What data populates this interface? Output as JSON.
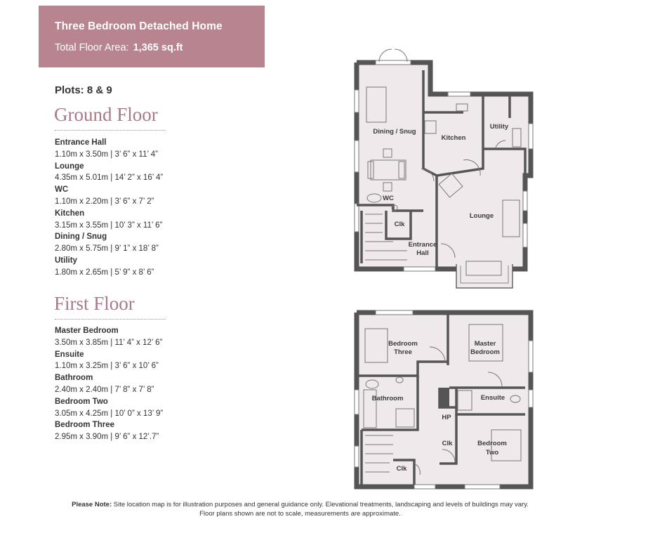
{
  "banner": {
    "title": "Three Bedroom Detached Home",
    "area_label": "Total Floor Area:",
    "area_value": "1,365 sq.ft"
  },
  "plots": "Plots: 8 & 9",
  "ground_floor": {
    "heading": "Ground Floor",
    "rooms": [
      {
        "name": "Entrance Hall",
        "dims": "1.10m x 3.50m | 3’ 6” x 11’ 4”"
      },
      {
        "name": "Lounge",
        "dims": "4.35m x 5.01m | 14’ 2” x 16’ 4”"
      },
      {
        "name": "WC",
        "dims": "1.10m x 2.20m | 3’ 6” x 7’ 2”"
      },
      {
        "name": "Kitchen",
        "dims": "3.15m x 3.55m | 10’ 3” x 11’ 6”"
      },
      {
        "name": "Dining / Snug",
        "dims": "2.80m x 5.75m | 9’ 1” x 18’ 8”"
      },
      {
        "name": "Utility",
        "dims": "1.80m x 2.65m | 5’ 9” x 8’ 6”"
      }
    ]
  },
  "first_floor": {
    "heading": "First Floor",
    "rooms": [
      {
        "name": "Master Bedroom",
        "dims": "3.50m x 3.85m | 11’ 4” x 12’ 6”"
      },
      {
        "name": "Ensuite",
        "dims": "1.10m x 3.25m | 3’ 6” x 10’ 6”"
      },
      {
        "name": "Bathroom",
        "dims": "2.40m x 2.40m | 7’ 8” x 7’ 8”"
      },
      {
        "name": "Bedroom Two",
        "dims": "3.05m x 4.25m | 10’ 0” x 13’ 9”"
      },
      {
        "name": "Bedroom Three",
        "dims": "2.95m x 3.90m | 9’ 6” x 12’.7”"
      }
    ]
  },
  "plan_labels": {
    "ground": {
      "dining": "Dining / Snug",
      "kitchen": "Kitchen",
      "utility": "Utility",
      "wc": "WC",
      "lounge": "Lounge",
      "clk": "Clk",
      "entrance_1": "Entrance",
      "entrance_2": "Hall"
    },
    "first": {
      "bed3_1": "Bedroom",
      "bed3_2": "Three",
      "master_1": "Master",
      "master_2": "Bedroom",
      "bathroom": "Bathroom",
      "ensuite": "Ensuite",
      "hp": "HP",
      "clk1": "Clk",
      "clk2": "Clk",
      "bed2_1": "Bedroom",
      "bed2_2": "Two"
    }
  },
  "note": {
    "label": "Please Note:",
    "line1": "Site location map is for illustration purposes and general guidance only.  Elevational treatments, landscaping and levels of buildings may vary.",
    "line2": "Floor plans shown are not to scale, measurements are approximate."
  },
  "colors": {
    "banner": "#b8848f",
    "heading": "#a77a86",
    "wall": "#555555",
    "floor": "#f0e9ec"
  }
}
